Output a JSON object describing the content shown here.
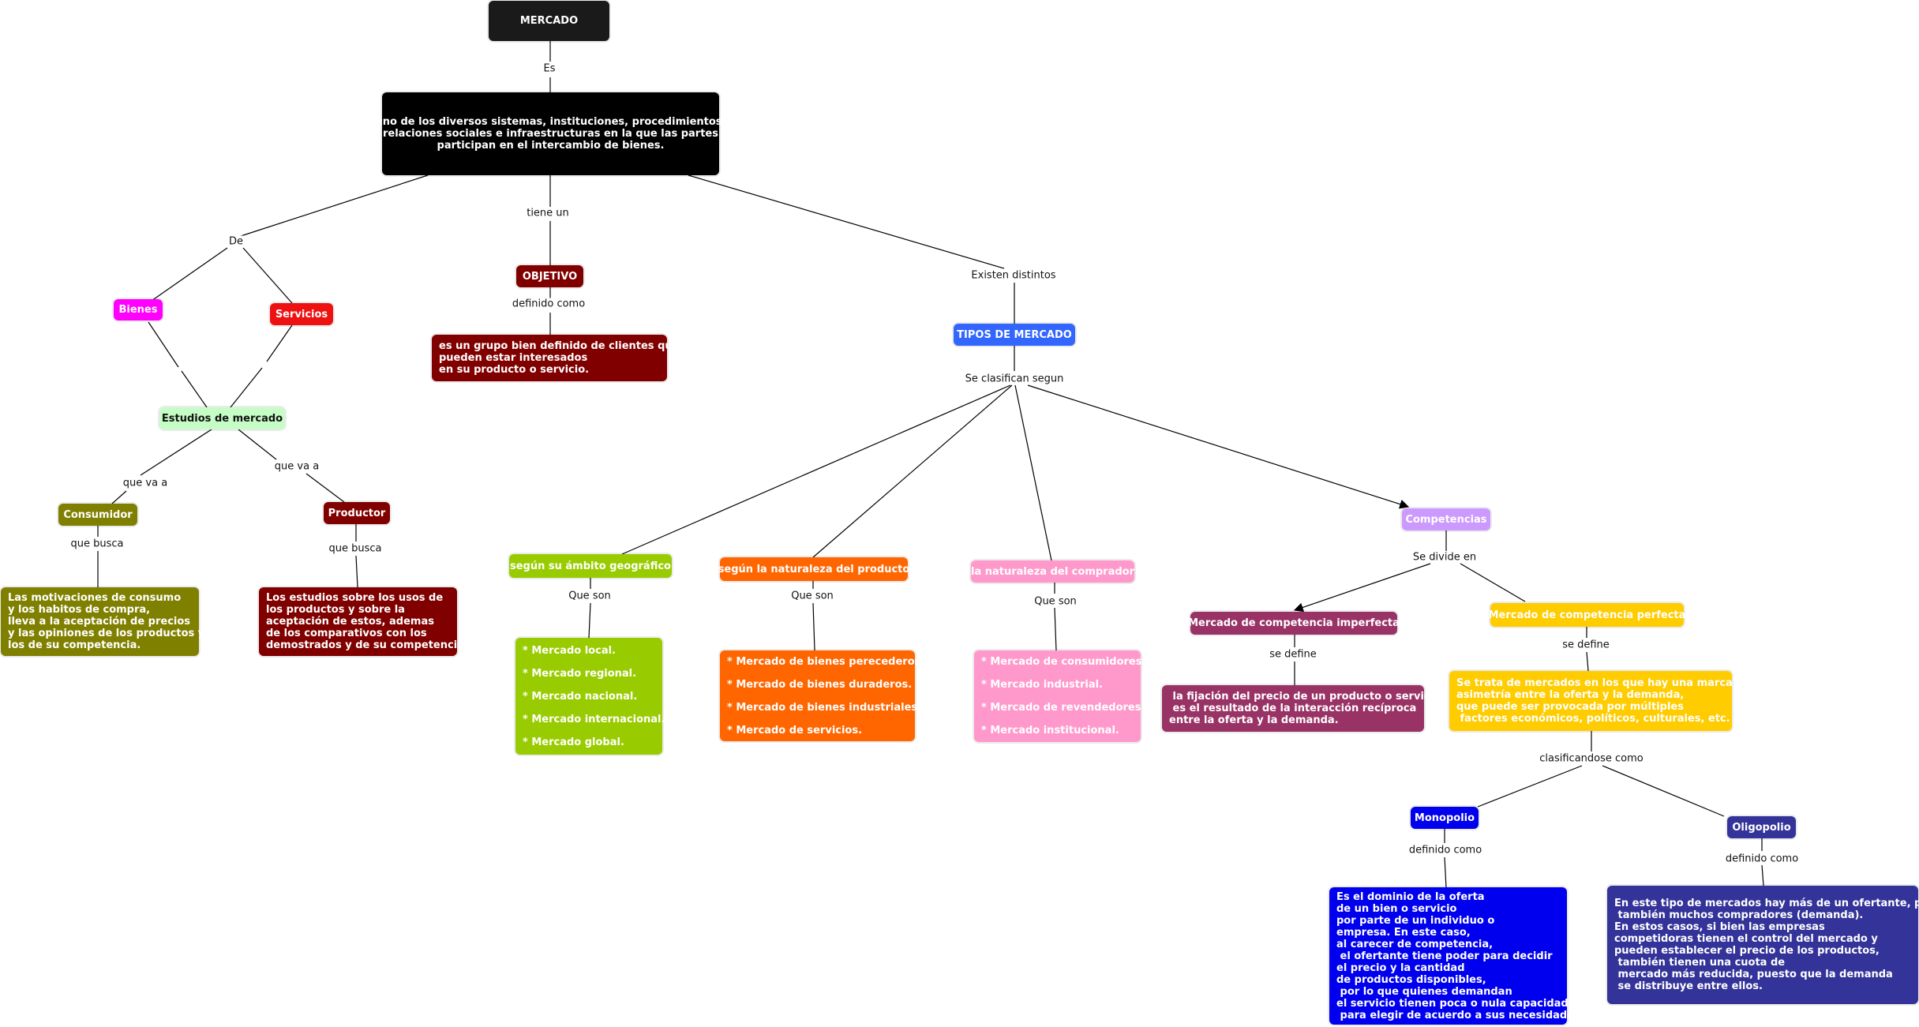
{
  "colors": {
    "mercado": "#1a1a1a",
    "definicion": "#000000",
    "bienes": "#ff00ff",
    "servicios": "#ee1111",
    "estudios": "#c6fcc6",
    "consumidor": "#808000",
    "productor": "#800000",
    "objetivo": "#800000",
    "tipos": "#3366ff",
    "geografico": "#99cc00",
    "naturaleza": "#ff6600",
    "comprador": "#ff99cc",
    "competencias": "#cc99ff",
    "imperfecta": "#993366",
    "perfecta": "#ffcc00",
    "monopolio": "#0000ee",
    "oligopolio": "#333399"
  },
  "nodes": {
    "mercado": "MERCADO",
    "definicion": "uno de los diversos sistemas, instituciones, procedimientos,\nrelaciones sociales e infraestructuras en la que las partes\nparticipan en el intercambio de bienes.",
    "bienes": "Bienes",
    "servicios": "Servicios",
    "estudios": "Estudios de mercado",
    "consumidor": "Consumidor",
    "productor": "Productor",
    "motivaciones": "Las motivaciones de consumo\ny los habitos de compra,\nlleva a la aceptación de precios\ny las opiniones de los productos y\nlos de su competencia.",
    "estudios_usos": "Los estudios sobre los usos de\nlos productos y sobre la\naceptación de estos, ademas\nde los comparativos con los\ndemostrados y de su competencia.",
    "objetivo": "OBJETIVO",
    "objetivo_def": "es un grupo bien definido de clientes que\npueden estar interesados\nen su producto o servicio.",
    "tipos": "TIPOS DE MERCADO",
    "geografico": "según su ámbito geográfico",
    "geografico_list": "* Mercado local.\n* Mercado regional.\n* Mercado nacional.\n* Mercado internacional.\n* Mercado global.",
    "naturaleza": "según la naturaleza del producto",
    "naturaleza_list": "* Mercado de bienes perecederos.\n* Mercado de bienes duraderos.\n* Mercado de bienes industriales.\n* Mercado de servicios.",
    "comprador": "la naturaleza del comprador",
    "comprador_list": "* Mercado de consumidores.\n* Mercado industrial.\n* Mercado de revendedores.\n* Mercado institucional.",
    "competencias": "Competencias",
    "imperfecta": "Mercado de competencia imperfecta",
    "imperfecta_def": " la fijación del precio de un producto o servicio\n es el resultado de la interacción recíproca\nentre la oferta y la demanda.",
    "perfecta": "Mercado de competencia perfecta",
    "perfecta_def": "Se trata de mercados en los que hay una marcada\nasimetría entre la oferta y la demanda,\nque puede ser provocada por múltiples\n factores económicos, políticos, culturales, etc.",
    "monopolio": "Monopolio",
    "monopolio_def": "Es el dominio de la oferta\nde un bien o servicio\npor parte de un individuo o\nempresa. En este caso,\nal carecer de competencia,\n el ofertante tiene poder para decidir\nel precio y la cantidad\nde productos disponibles,\n por lo que quienes demandan\nel servicio tienen poca o nula capacidad\n para elegir de acuerdo a sus necesidades.",
    "oligopolio": "Oligopolio",
    "oligopolio_def": "En este tipo de mercados hay más de un ofertante, pero\n también muchos compradores (demanda).\nEn estos casos, si bien las empresas\ncompetidoras tienen el control del mercado y\npueden establecer el precio de los productos,\n también tienen una cuota de\n mercado más reducida, puesto que la demanda\n se distribuye entre ellos."
  },
  "labels": {
    "es": "Es",
    "de": "De",
    "tiene_un": "tiene un",
    "existen_distintos": "Existen distintos",
    "definido_como_obj": "definido como",
    "que_va_a_1": "que va a",
    "que_va_a_2": "que va a",
    "que_busca_1": "que busca",
    "que_busca_2": "que busca",
    "se_clasifican_segun": "Se clasifican segun",
    "que_son_1": "Que son",
    "que_son_2": "Que son",
    "que_son_3": "Que son",
    "se_divide_en": "Se divide en",
    "se_define_1": "se define",
    "se_define_2": "se define",
    "clasificandose_como": "clasificandose como",
    "definido_como_mono": "definido como",
    "definido_como_oligo": "definido como"
  }
}
